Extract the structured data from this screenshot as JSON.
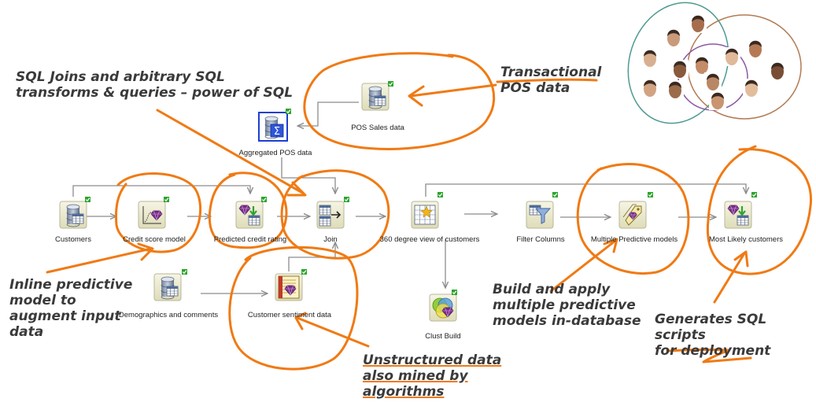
{
  "colors": {
    "annotation": "#f07a14",
    "connector": "#8c8c8c",
    "check_badge": "#2ea42e",
    "node_frame": "#e8e6c9"
  },
  "nodes": {
    "pos_sales": {
      "label": "POS Sales data",
      "icon": "table-icon"
    },
    "aggregated_pos": {
      "label": "Aggregated POS data",
      "icon": "aggregate-sigma-icon"
    },
    "customers": {
      "label": "Customers",
      "icon": "table-icon"
    },
    "credit_score": {
      "label": "Credit score model",
      "icon": "model-chart-icon"
    },
    "predicted_credit": {
      "label": "Predicted credit rating",
      "icon": "apply-model-icon"
    },
    "join": {
      "label": "Join",
      "icon": "join-icon"
    },
    "view_360": {
      "label": "360 degree view of customers",
      "icon": "transform-icon"
    },
    "filter_columns": {
      "label": "Filter Columns",
      "icon": "filter-icon"
    },
    "multiple_models": {
      "label": "Multiple Predictive models",
      "icon": "models-tag-icon"
    },
    "most_likely": {
      "label": "Most Likely customers",
      "icon": "apply-model-icon"
    },
    "demographics": {
      "label": "Demographics and comments",
      "icon": "table-icon"
    },
    "sentiment": {
      "label": "Customer sentiment data",
      "icon": "text-mining-icon"
    },
    "clust_build": {
      "label": "Clust Build",
      "icon": "cluster-icon"
    }
  },
  "annotations": {
    "sql": "SQL Joins and arbitrary SQL\ntransforms & queries – power of SQL",
    "transactional": "Transactional\nPOS data",
    "inline": "Inline predictive\nmodel to\naugment input\ndata",
    "unstructured": "Unstructured data\nalso mined by\nalgorithms",
    "build": "Build and apply\nmultiple predictive\nmodels in-database",
    "generates": "Generates SQL scripts\nfor deployment"
  },
  "people_graphic": {
    "icon": "customer-segments-photo-icon"
  }
}
